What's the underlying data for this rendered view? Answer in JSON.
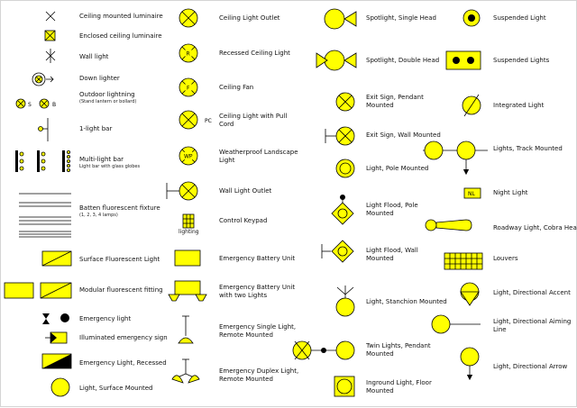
{
  "colors": {
    "symbol_fill": "#ffff00",
    "stroke": "#000000",
    "background": "#ffffff"
  },
  "col1": {
    "ceiling_mounted": "Ceiling mounted luminaire",
    "enclosed_ceiling": "Enclosed ceiling luminaire",
    "wall_light": "Wall light",
    "down_lighter": "Down lighter",
    "outdoor_lighting": "Outdoor lightning",
    "outdoor_lighting_sub": "(Stand lantern or bollard)",
    "light_bar": "1-light bar",
    "multi_light_bar": "Multi-light bar",
    "multi_light_bar_sub": "Light bar with glass globes",
    "batten_fixture": "Batten fluorescent fixture",
    "batten_fixture_sub": "(1, 2, 3, 4 lamps)",
    "surface_fluorescent": "Surface Fluorescent Light",
    "modular_fluorescent": "Modular fluorescent fitting",
    "emergency_light": "Emergency light",
    "illuminated_sign": "Illuminated emergency sign",
    "emergency_recessed": "Emergency Light, Recessed",
    "light_surface": "Light, Surface Mounted",
    "outdoor_s": "S",
    "outdoor_b": "B"
  },
  "col2": {
    "ceiling_outlet": "Ceiling Light Outlet",
    "recessed_ceiling": "Recessed Ceiling Light",
    "recessed_letter": "R",
    "ceiling_fan": "Ceiling Fan",
    "fan_letter": "F",
    "pull_cord_1": "Ceiling Light with Pull",
    "pull_cord_2": "Cord",
    "pc_letter": "PC",
    "weatherproof_1": "Weatherproof Landscape",
    "weatherproof_2": "Light",
    "wp_letter": "WP",
    "wall_outlet": "Wall Light Outlet",
    "control_keypad": "Control Keypad",
    "keypad_caption": "lighting",
    "battery_unit": "Emergency Battery Unit",
    "battery_two_1": "Emergency Battery Unit",
    "battery_two_2": "with two Lights",
    "single_remote_1": "Emergency Single Light,",
    "single_remote_2": "Remote Mounted",
    "duplex_remote_1": "Emergency Duplex Light,",
    "duplex_remote_2": "Remote Mounted"
  },
  "col3": {
    "spot_single": "Spotlight, Single Head",
    "spot_double": "Spotlight, Double Head",
    "exit_pendant_1": "Exit Sign, Pendant",
    "exit_pendant_2": "Mounted",
    "exit_wall": "Exit Sign, Wall Mounted",
    "pole_mounted": "Light, Pole Mounted",
    "flood_pole_1": "Light Flood, Pole",
    "flood_pole_2": "Mounted",
    "flood_wall_1": "Light Flood, Wall",
    "flood_wall_2": "Mounted",
    "stanchion": "Light, Stanchion Mounted",
    "twin_pendant_1": "Twin Lights, Pendant",
    "twin_pendant_2": "Mounted",
    "inground_1": "Inground Light, Floor",
    "inground_2": "Mounted"
  },
  "col4": {
    "suspended": "Suspended Light",
    "suspended_lights": "Suspended Lights",
    "integrated": "Integrated Light",
    "track_mounted": "Lights, Track Mounted",
    "night_light": "Night Light",
    "nl_letter": "NL",
    "roadway": "Roadway Light, Cobra Head",
    "louvers": "Louvers",
    "directional_accent": "Light, Directional Accent",
    "aiming_1": "Light, Directional Aiming",
    "aiming_2": "Line",
    "directional_arrow": "Light, Directional Arrow"
  }
}
